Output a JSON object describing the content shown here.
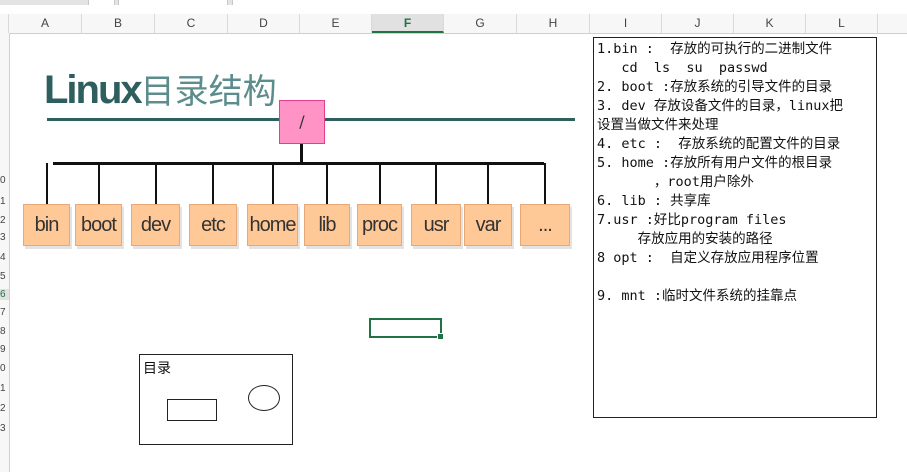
{
  "columns": [
    "A",
    "B",
    "C",
    "D",
    "E",
    "F",
    "G",
    "H",
    "I",
    "J",
    "K",
    "L"
  ],
  "selected_column": "F",
  "row_numbers": [
    "0",
    "1",
    "2",
    "3",
    "4",
    "5",
    "6",
    "7",
    "8",
    "9",
    "0",
    "1",
    "2",
    "3"
  ],
  "selected_row_index": 6,
  "diagram": {
    "title_latin": "Linux",
    "title_cjk": "目录结构",
    "root": "/",
    "dirs": [
      "bin",
      "boot",
      "dev",
      "etc",
      "home",
      "lib",
      "proc",
      "usr",
      "var",
      "..."
    ]
  },
  "notes": [
    "1.bin :  存放的可执行的二进制文件",
    "   cd  ls  su  passwd",
    "2. boot :存放系统的引导文件的目录",
    "3. dev 存放设备文件的目录，linux把",
    "设置当做文件来处理",
    "4. etc :  存放系统的配置文件的目录",
    "5. home :存放所有用户文件的根目录",
    "       ，root用户除外",
    "6. lib : 共享库",
    "7.usr :好比program files",
    "     存放应用的安装的路径",
    "8 opt :  自定义存放应用程序位置",
    "",
    "9. mnt :临时文件系统的挂靠点"
  ],
  "legend": {
    "label": "目录"
  }
}
